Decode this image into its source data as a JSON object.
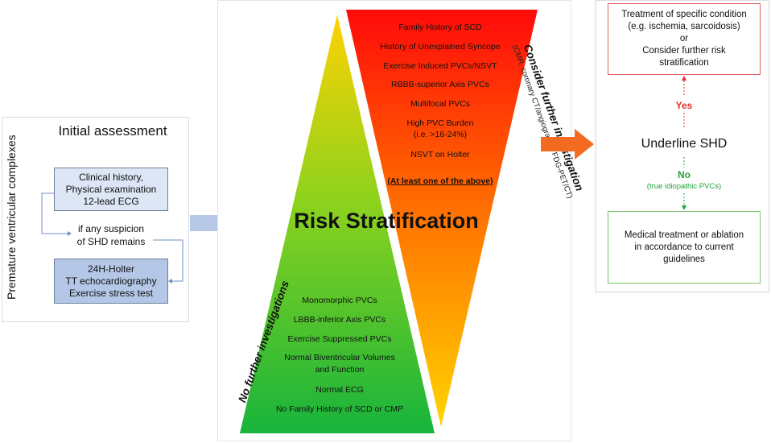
{
  "left_panel": {
    "vertical_label": "Premature ventricular complexes",
    "title": "Initial assessment",
    "box1": [
      "Clinical history,",
      "Physical examination",
      "12-lead ECG"
    ],
    "suspicion": [
      "if any suspicion",
      "of SHD remains"
    ],
    "box2": [
      "24H-Holter",
      "TT echocardiography",
      "Exercise stress test"
    ]
  },
  "center": {
    "title": "Risk Stratification",
    "high_risk_items": [
      "Family History of SCD",
      "History of Unexplained Syncope",
      "Exercise Induced PVCs/NSVT",
      "RBBB-superior Axis PVCs",
      "Multifocal PVCs",
      "High PVC Burden",
      "(i.e. >16-24%)",
      "NSVT on Holter"
    ],
    "high_risk_footer": "(At least one of the above)",
    "low_risk_items": [
      "Monomorphic PVCs",
      "LBBB-inferior Axis PVCs",
      "Exercise Suppressed PVCs",
      "Normal Biventricular Volumes",
      "and Function",
      "Normal ECG",
      "No Family History of SCD or CMP"
    ],
    "right_vertical_title": "Consider further investigation",
    "right_vertical_sub": "(CMR, coronary CT/angiography, FDG-PET/CT)",
    "left_vertical_title": "No further investigations"
  },
  "right_panel": {
    "top_box": [
      "Treatment of specific condition",
      "(e.g. ischemia, sarcoidosis)",
      "or",
      "Consider further risk",
      "stratification"
    ],
    "yes_label": "Yes",
    "center_label": "Underline SHD",
    "no_label": "No",
    "no_sub": "(true idiopathic PVCs)",
    "bottom_box": [
      "Medical treatment or ablation",
      "in accordance to current",
      "guidelines"
    ]
  },
  "colors": {
    "box_fill": "#dce6f5",
    "box_fill_dark": "#b4c7e7",
    "arrow_blue": "#b7c9e6",
    "arrow_orange": "#f36b21",
    "red": "#e52d2d",
    "green": "#1ea53a"
  }
}
